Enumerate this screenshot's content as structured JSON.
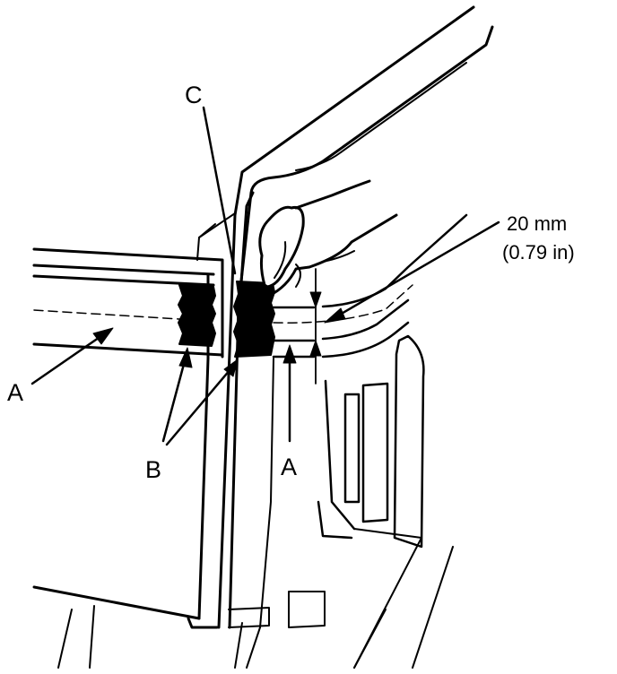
{
  "labels": {
    "c": "C",
    "a_left": "A",
    "a_right": "A",
    "b": "B",
    "dim_mm": "20 mm",
    "dim_in": "(0.79 in)"
  },
  "colors": {
    "line": "#000000",
    "background": "#ffffff"
  }
}
